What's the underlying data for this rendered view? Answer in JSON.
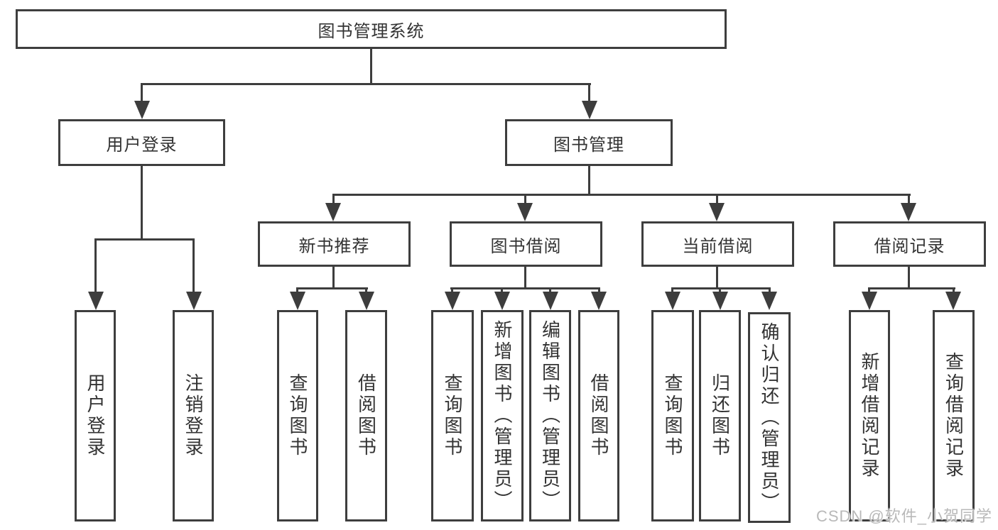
{
  "diagram": {
    "title": "图书管理系统",
    "root": {
      "label": "图书管理系统"
    },
    "level2": [
      {
        "label": "用户登录"
      },
      {
        "label": "图书管理"
      }
    ],
    "level3": [
      {
        "label": "新书推荐"
      },
      {
        "label": "图书借阅"
      },
      {
        "label": "当前借阅"
      },
      {
        "label": "借阅记录"
      }
    ],
    "leaves": {
      "login": [
        "用户登录",
        "注销登录"
      ],
      "recommend": [
        "查询图书",
        "借阅图书"
      ],
      "borrow": [
        "查询图书",
        "新增图书（管理员）",
        "编辑图书（管理员）",
        "借阅图书"
      ],
      "current": [
        "查询图书",
        "归还图书",
        "确认归还（管理员）"
      ],
      "records": [
        "新增借阅记录",
        "查询借阅记录"
      ]
    },
    "watermark": "CSDN @软件_小贺同学",
    "colors": {
      "background": "#ffffff",
      "line": "#3d3d3d",
      "border": "#3e3e3e",
      "text": "#333333",
      "watermark": "#b9b9b9"
    }
  }
}
